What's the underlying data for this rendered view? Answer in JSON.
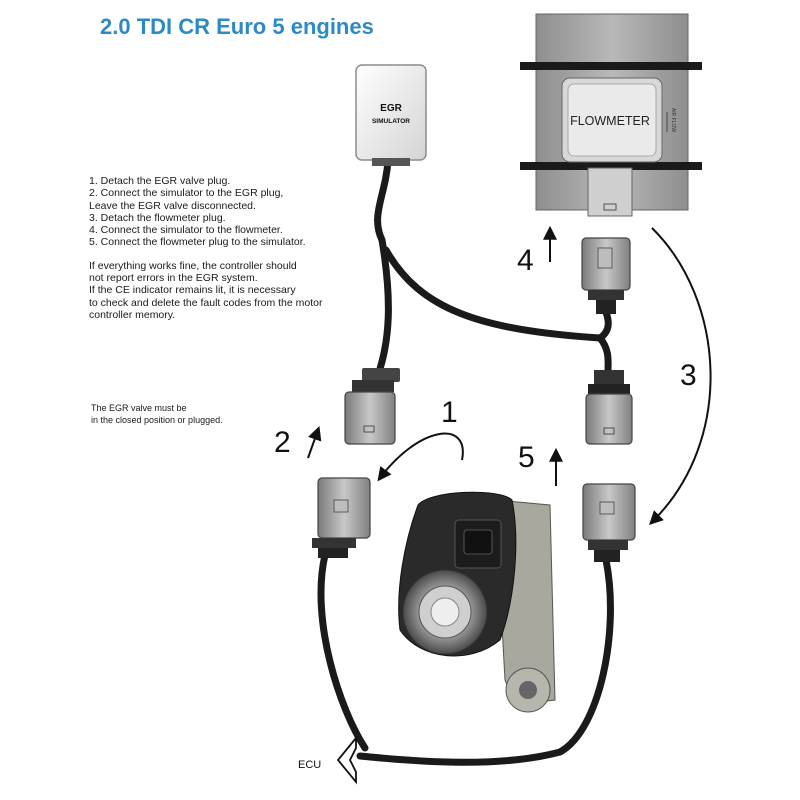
{
  "title": "2.0 TDI CR Euro 5 engines",
  "instructions": [
    "1. Detach the EGR valve plug.",
    "2. Connect the simulator to the EGR plug,",
    "Leave the EGR valve disconnected.",
    "3. Detach the flowmeter plug.",
    "4. Connect the simulator to the flowmeter.",
    "5. Connect the flowmeter plug to the simulator."
  ],
  "notes": [
    "If everything works fine, the controller should",
    "not report errors in the EGR system.",
    "If the CE indicator remains lit, it is necessary",
    "to check and delete the fault codes from the motor",
    "controller memory."
  ],
  "egr_note": [
    "The EGR valve must be",
    "in the closed position or plugged."
  ],
  "simulator": {
    "line1": "EGR",
    "line2": "SIMULATOR"
  },
  "flowmeter": {
    "label": "FLOWMETER",
    "air_flow": "AIR FLOW"
  },
  "steps": {
    "s1": "1",
    "s2": "2",
    "s3": "3",
    "s4": "4",
    "s5": "5"
  },
  "ecu_label": "ECU",
  "colors": {
    "title": "#2e8ac6",
    "cable": "#1a1a1a",
    "connector": "#9a9a9a",
    "flowmeter_body": "#a8a8a8"
  },
  "icons": {
    "ecu": "hollow-arrowhead-left",
    "step_arrows": "up-arrow",
    "flow": "curved-arrow"
  }
}
